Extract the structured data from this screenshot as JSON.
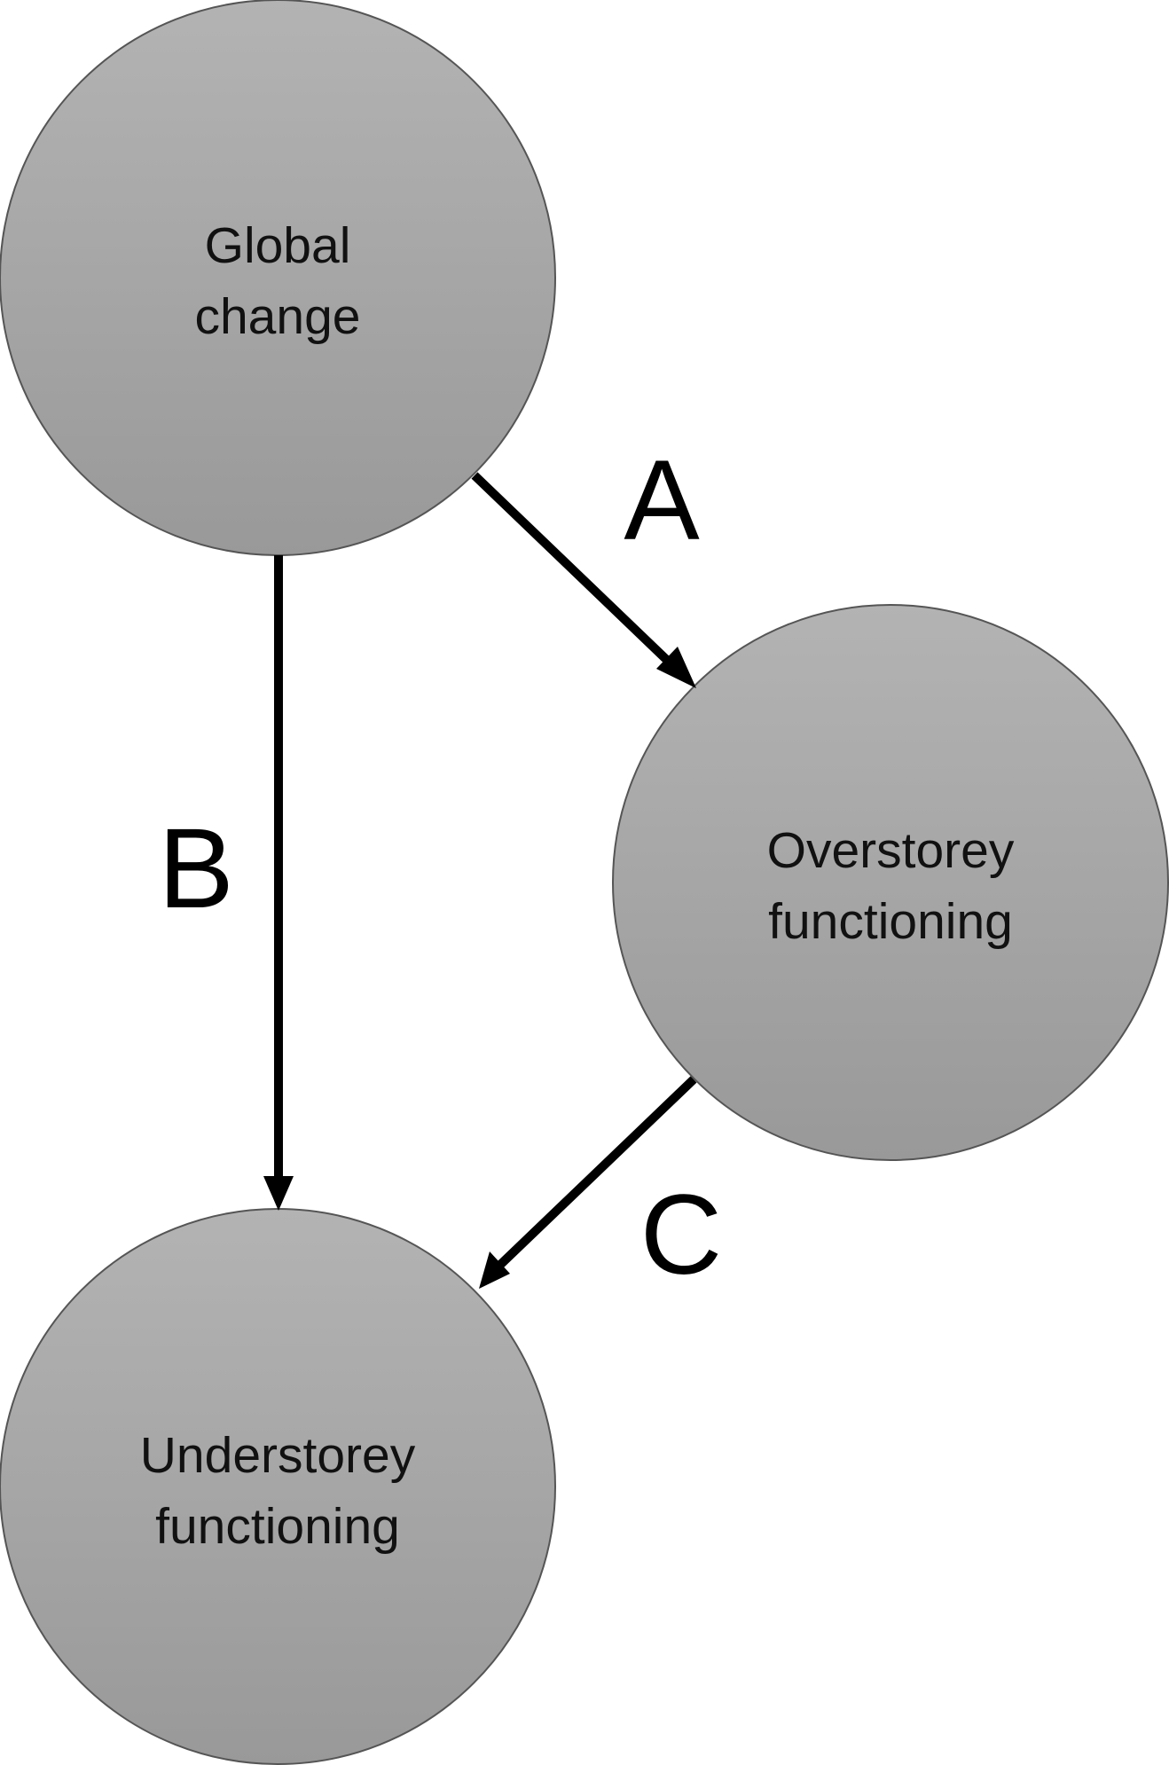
{
  "diagram": {
    "nodes": {
      "global_change": {
        "line1": "Global",
        "line2": "change"
      },
      "overstorey": {
        "line1": "Overstorey",
        "line2": "functioning"
      },
      "understorey": {
        "line1": "Understorey",
        "line2": "functioning"
      }
    },
    "edges": {
      "a": {
        "label": "A"
      },
      "b": {
        "label": "B"
      },
      "c": {
        "label": "C"
      }
    },
    "colors": {
      "node_fill_top": "#b3b3b3",
      "node_fill_bottom": "#999999",
      "node_stroke": "#555555",
      "arrow": "#000000"
    }
  }
}
